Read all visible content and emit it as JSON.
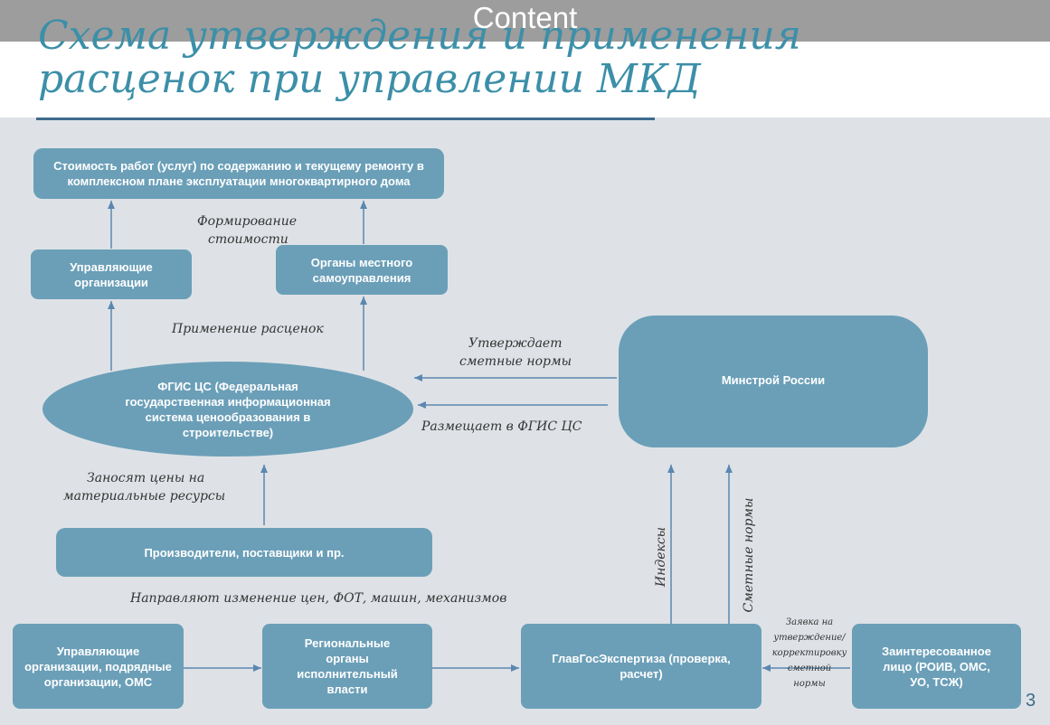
{
  "header": {
    "label": "Content",
    "title_line1": "Схема утверждения и применения",
    "title_line2": "расценок при управлении МКД"
  },
  "nodes": {
    "cost": "Стоимость работ (услуг) по содержанию и текущему ремонту в комплексном плане эксплуатации многоквартирного дома",
    "mgmt_orgs": "Управляющие организации",
    "local_gov": "Органы местного самоуправления",
    "fgis": "ФГИС ЦС (Федеральная государственная информационная система ценообразования в строительстве)",
    "minstroy": "Минстрой России",
    "producers": "Производители, поставщики и пр.",
    "orgs_contractors": "Управляющие организации, подрядные организации, ОМС",
    "regional": "Региональные органы исполнительный власти",
    "glavgos": "ГлавГосЭкспертиза (проверка, расчет)",
    "interested": "Заинтересованное лицо (РОИВ, ОМС, УО, ТСЖ)"
  },
  "labels": {
    "forming_line1": "Формирование",
    "forming_line2": "стоимости",
    "applying": "Применение расценок",
    "approves_line1": "Утверждает",
    "approves_line2": "сметные нормы",
    "publishes": "Размещает в ФГИС ЦС",
    "enter_prices_line1": "Заносят цены на",
    "enter_prices_line2": "материальные ресурсы",
    "send_changes": "Направляют изменение цен, ФОТ, машин, механизмов",
    "indices": "Индексы",
    "estimate_norms": "Сметные нормы",
    "request_line1": "Заявка на",
    "request_line2": "утверждение/",
    "request_line3": "корректировку",
    "request_line4": "сметной",
    "request_line5": "нормы"
  },
  "page_number": "3",
  "colors": {
    "box_fill": "#6b9fb8",
    "background": "#dee2e6",
    "title": "#3c8fa8",
    "arrow": "#5b87b0"
  }
}
